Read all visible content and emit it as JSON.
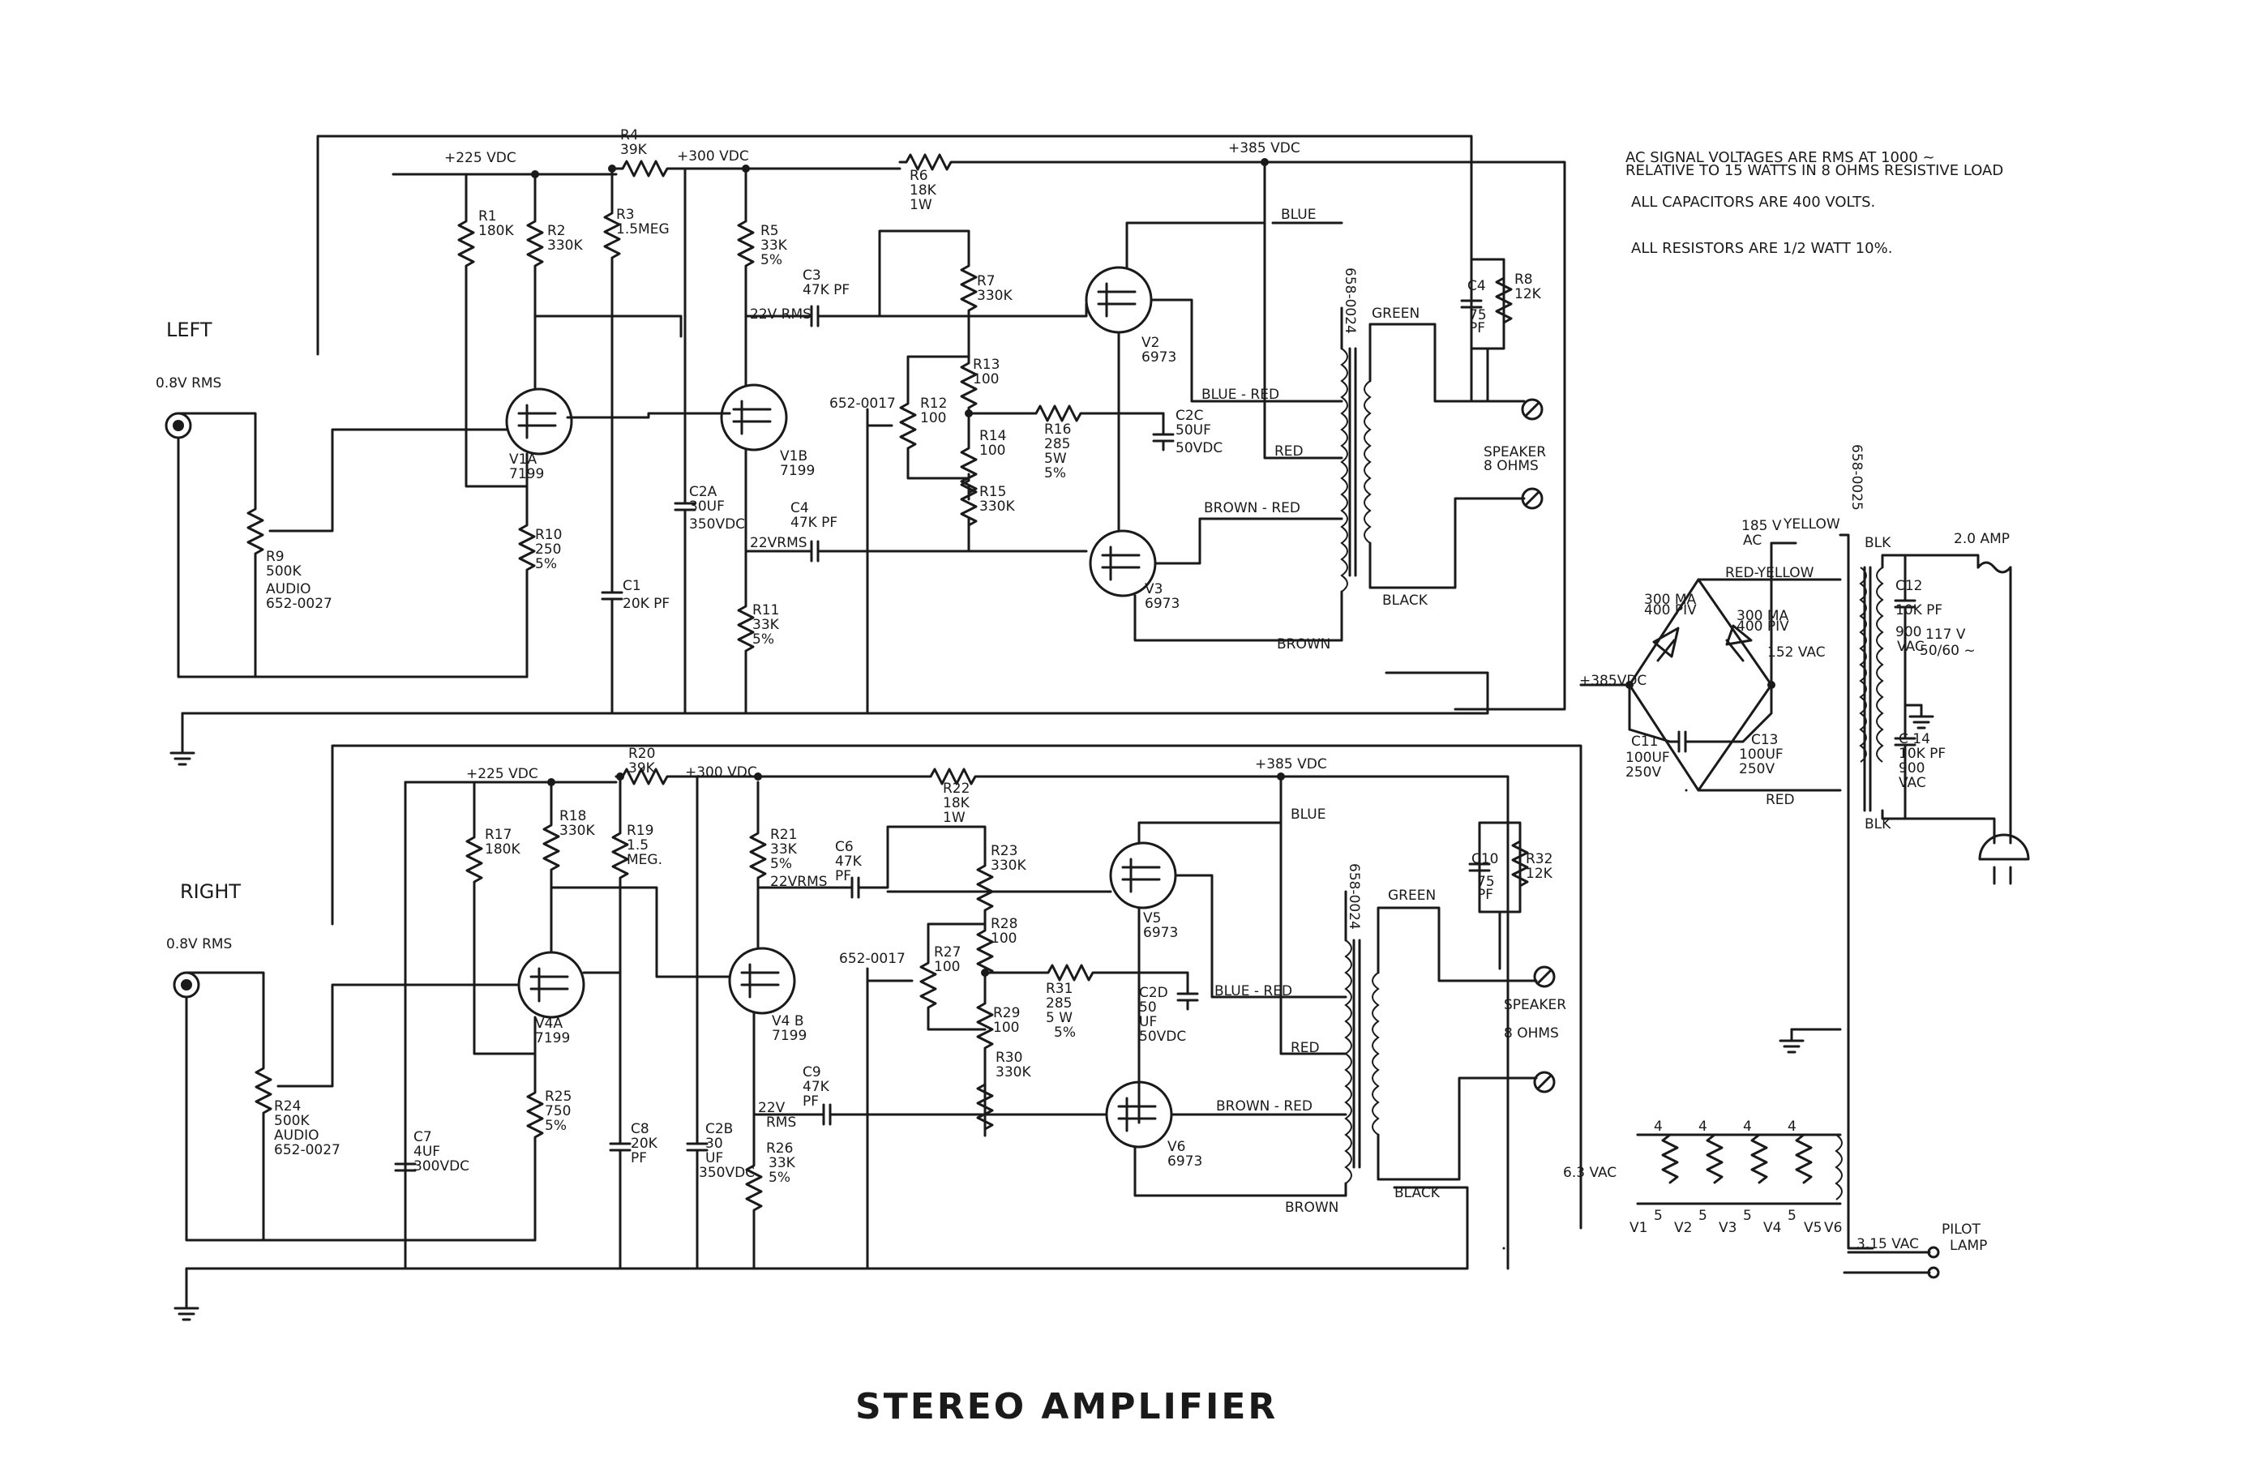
{
  "title": "STEREO AMPLIFIER",
  "notes": [
    "AC SIGNAL VOLTAGES ARE RMS AT 1000 ~",
    "RELATIVE TO 15 WATTS IN 8 OHMS RESISTIVE LOAD",
    "ALL CAPACITORS ARE 400 VOLTS.",
    "ALL RESISTORS ARE 1/2 WATT 10%."
  ],
  "left": {
    "channel": "LEFT",
    "input": "0.8V RMS",
    "b225": "+225 VDC",
    "b300": "+300 VDC",
    "b385": "+385 VDC",
    "r4": [
      "R4",
      "39K"
    ],
    "r6": [
      "R6",
      "18K",
      "1W"
    ],
    "r1": [
      "R1",
      "180K"
    ],
    "r2": [
      "R2",
      "330K"
    ],
    "r3": [
      "R3",
      "1.5MEG"
    ],
    "r5": [
      "R5",
      "33K",
      "5%"
    ],
    "c3": [
      "C3",
      "47K PF"
    ],
    "s1": "22V RMS",
    "r7": [
      "R7",
      "330K"
    ],
    "v2": [
      "V2",
      "6973"
    ],
    "c4cap": [
      "C4",
      "75",
      "PF"
    ],
    "r8": [
      "R8",
      "12K"
    ],
    "blue": "BLUE",
    "green": "GREEN",
    "xfmr": "658-0024",
    "r13": [
      "R13",
      "100"
    ],
    "r12": [
      "652-0017",
      "R12",
      "100"
    ],
    "r14": [
      "R14",
      "100"
    ],
    "r16": [
      "R16",
      "285",
      "5W",
      "5%"
    ],
    "c2c": [
      "C2C",
      "50UF",
      "50VDC"
    ],
    "bluered": "BLUE - RED",
    "red": "RED",
    "speaker": [
      "SPEAKER",
      "8 OHMS"
    ],
    "v1a": [
      "V1A",
      "7199"
    ],
    "v1b": [
      "V1B",
      "7199"
    ],
    "r9": [
      "R9",
      "500K",
      "AUDIO",
      "652-0027"
    ],
    "r10": [
      "R10",
      "250",
      "5%"
    ],
    "c2a": [
      "C2A",
      "30UF",
      "350VDC"
    ],
    "c4": [
      "C4",
      "47K PF"
    ],
    "s2": "22VRMS",
    "r15": [
      "R15",
      "330K"
    ],
    "brownred": "BROWN - RED",
    "v3": [
      "V3",
      "6973"
    ],
    "c1": [
      "C1",
      "20K PF"
    ],
    "r11": [
      "R11",
      "33K",
      "5%"
    ],
    "black": "BLACK",
    "brown": "BROWN"
  },
  "right": {
    "channel": "RIGHT",
    "input": "0.8V RMS",
    "b225": "+225 VDC",
    "b300": "+300 VDC",
    "b385": "+385 VDC",
    "r20": [
      "R20",
      "39K"
    ],
    "r22": [
      "R22",
      "18K",
      "1W"
    ],
    "r17": [
      "R17",
      "180K"
    ],
    "r18": [
      "R18",
      "330K"
    ],
    "r19": [
      "R19",
      "1.5",
      "MEG."
    ],
    "r21": [
      "R21",
      "33K",
      "5%"
    ],
    "c6": [
      "C6",
      "47K",
      "PF"
    ],
    "s1": "22VRMS",
    "r23": [
      "R23",
      "330K"
    ],
    "v5": [
      "V5",
      "6973"
    ],
    "c10": [
      "C10",
      "75",
      "PF"
    ],
    "r32": [
      "R32",
      "12K"
    ],
    "blue": "BLUE",
    "green": "GREEN",
    "xfmr": "658-0024",
    "r28": [
      "R28",
      "100"
    ],
    "r27": [
      "652-0017",
      "R27",
      "100"
    ],
    "r29": [
      "R29",
      "100"
    ],
    "r31": [
      "R31",
      "285",
      "5 W",
      "5%"
    ],
    "c2d": [
      "C2D",
      "50",
      "UF",
      "50VDC"
    ],
    "bluered": "BLUE - RED",
    "red": "RED",
    "speaker": [
      "SPEAKER",
      "8 OHMS"
    ],
    "v4a": [
      "V4A",
      "7199"
    ],
    "v4b": [
      "V4 B",
      "7199"
    ],
    "r24": [
      "R24",
      "500K",
      "AUDIO",
      "652-0027"
    ],
    "r25": [
      "R25",
      "750",
      "5%"
    ],
    "c7": [
      "C7",
      "4UF",
      "300VDC"
    ],
    "c8": [
      "C8",
      "20K",
      "PF"
    ],
    "c2b": [
      "C2B",
      "30",
      "UF",
      "350VDC"
    ],
    "c9": [
      "C9",
      "47K",
      "PF"
    ],
    "s2": [
      "22V",
      "RMS"
    ],
    "r26": [
      "R26",
      "33K",
      "5%"
    ],
    "r30": [
      "R30",
      "330K"
    ],
    "brownred": "BROWN - RED",
    "v6": [
      "V6",
      "6973"
    ],
    "black": "BLACK",
    "brown": "BROWN"
  },
  "power": {
    "xfmr": "658-0025",
    "v185": [
      "185 V",
      "AC"
    ],
    "yellow": "YELLOW",
    "redyellow": "RED-YELLOW",
    "d1": [
      "300 MA",
      "400 PIV"
    ],
    "d2": [
      "300 MA",
      "400 PIV"
    ],
    "v152": "152 VAC",
    "b385": "+385VDC",
    "c11": [
      "C11",
      "100UF",
      "250V"
    ],
    "c13": [
      "C13",
      "100UF",
      "250V"
    ],
    "red": "RED",
    "blk1": "BLK",
    "blk2": "BLK",
    "c12": [
      "C12",
      "10K PF",
      "900",
      "VAC"
    ],
    "c14": [
      "C 14",
      "10K PF",
      "900",
      "VAC"
    ],
    "fuse": "2.0 AMP",
    "mains": [
      "117 V",
      "50/60 ~"
    ],
    "heater": "6.3 VAC",
    "tubes": [
      "V1",
      "V2",
      "V3",
      "V4",
      "V5",
      "V6"
    ],
    "pin4": "4",
    "pin5": "5",
    "pilot_v": "3.15 VAC",
    "pilot": [
      "PILOT",
      "LAMP"
    ]
  }
}
